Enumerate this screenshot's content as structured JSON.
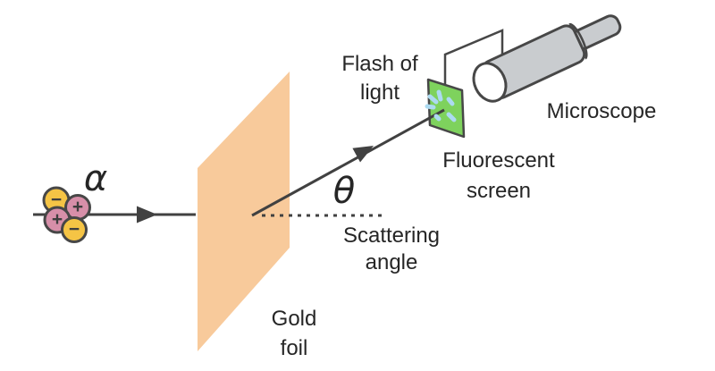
{
  "labels": {
    "alpha_symbol": "α",
    "theta_symbol": "θ",
    "flash_of_light": {
      "line1": "Flash of",
      "line2": "light"
    },
    "fluorescent_screen": {
      "line1": "Fluorescent",
      "line2": "screen"
    },
    "microscope": "Microscope",
    "scattering_angle": {
      "line1": "Scattering",
      "line2": "angle"
    },
    "gold_foil": {
      "line1": "Gold",
      "line2": "foil"
    }
  },
  "alpha_particle": {
    "nucleons": [
      {
        "position": "top-left",
        "charge_symbol": "−",
        "color": "#F5C445"
      },
      {
        "position": "top-right",
        "charge_symbol": "+",
        "color": "#D78FA9"
      },
      {
        "position": "bottom-left",
        "charge_symbol": "+",
        "color": "#D78FA9"
      },
      {
        "position": "bottom-right",
        "charge_symbol": "−",
        "color": "#F5C445"
      }
    ]
  },
  "colors": {
    "background": "#FFFFFF",
    "line": "#414141",
    "text": "#262626",
    "gold_foil": "#F8CA9B",
    "screen_green": "#7ED25D",
    "flash_blue": "#ACDAF1",
    "microscope_gray": "#C9CCCF",
    "microscope_face": "#FFFFFF",
    "nucleon_yellow": "#F5C445",
    "nucleon_pink": "#D78FA9",
    "outline": "#474747"
  }
}
